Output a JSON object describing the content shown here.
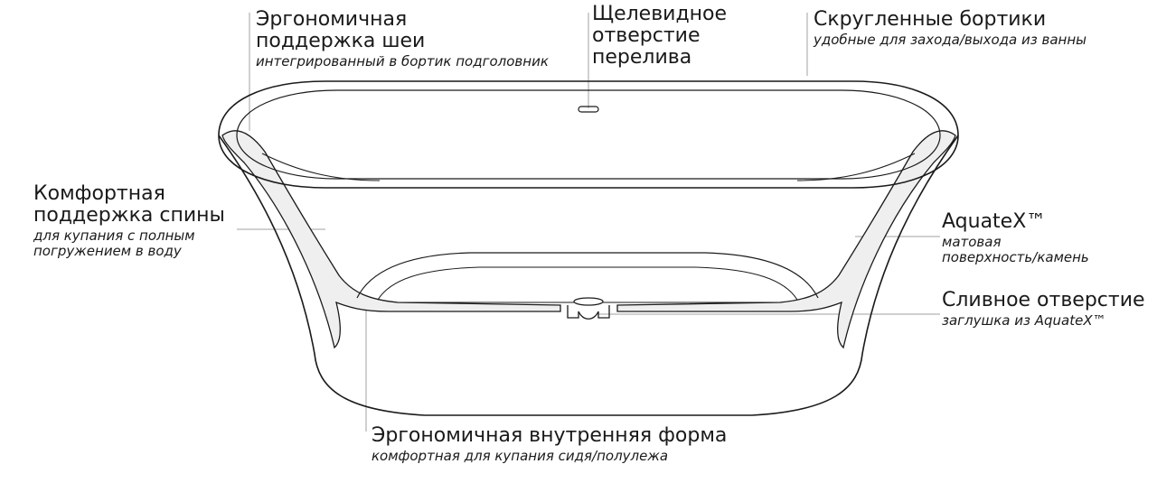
{
  "callouts": {
    "neck": {
      "title": "Эргономичная\nподдержка шеи",
      "subtitle": "интегрированный в бортик подголовник"
    },
    "overflow": {
      "title": "Щелевидное\nотверстие\nперелива",
      "subtitle": ""
    },
    "rim": {
      "title": "Скругленные бортики",
      "subtitle": "удобные для захода/выхода из ванны"
    },
    "back": {
      "title": "Комфортная\nподдержка спины",
      "subtitle": "для купания с полным\nпогружением в воду"
    },
    "aquatex": {
      "title": "AquateX™",
      "subtitle": "матовая\nповерхность/камень"
    },
    "drain": {
      "title": "Сливное отверстие",
      "subtitle": "заглушка из AquateX™"
    },
    "inner": {
      "title": "Эргономичная внутренняя форма",
      "subtitle": "комфортная для купания сидя/полулежа"
    }
  },
  "colors": {
    "stroke": "#1a1a1a",
    "leader": "#999999",
    "section_fill": "#eeeeee",
    "background": "#ffffff"
  }
}
